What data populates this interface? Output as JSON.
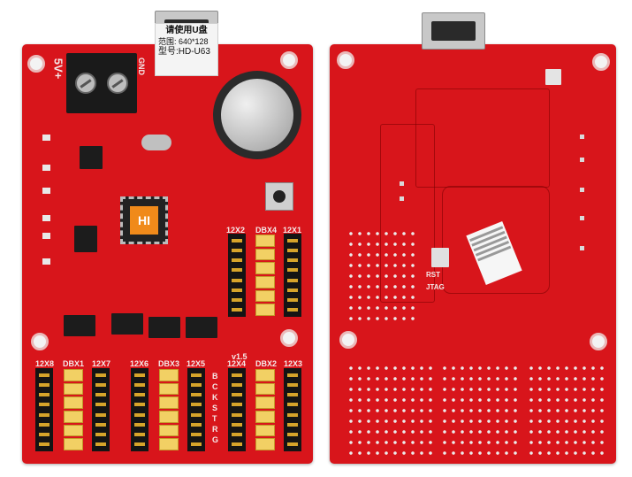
{
  "usb_label": {
    "title": "请使用U盘",
    "range": "范围: 640*128",
    "model": "型号:HD-U63"
  },
  "silkscreen": {
    "power_top": "5V+",
    "gnd": "GND",
    "version": "v1.5",
    "hdr_left": [
      "12X8",
      "DBX1",
      "12X7"
    ],
    "hdr_mid": [
      "12X6",
      "DBX3",
      "12X5"
    ],
    "hdr_right": [
      "12X4",
      "DBX2",
      "12X3"
    ],
    "hdr_top": [
      "12X2",
      "DBX4",
      "12X1"
    ],
    "pins_side": [
      "B",
      "C",
      "K",
      "S",
      "T",
      "R",
      "G"
    ],
    "jtag": "JTAG",
    "rst": "RST"
  },
  "colors": {
    "pcb": "#d8151b",
    "header_yellow": "#f2d064",
    "header_black": "#141414",
    "chip_logo": "#f08a1a"
  },
  "chip_logo_text": "HI"
}
